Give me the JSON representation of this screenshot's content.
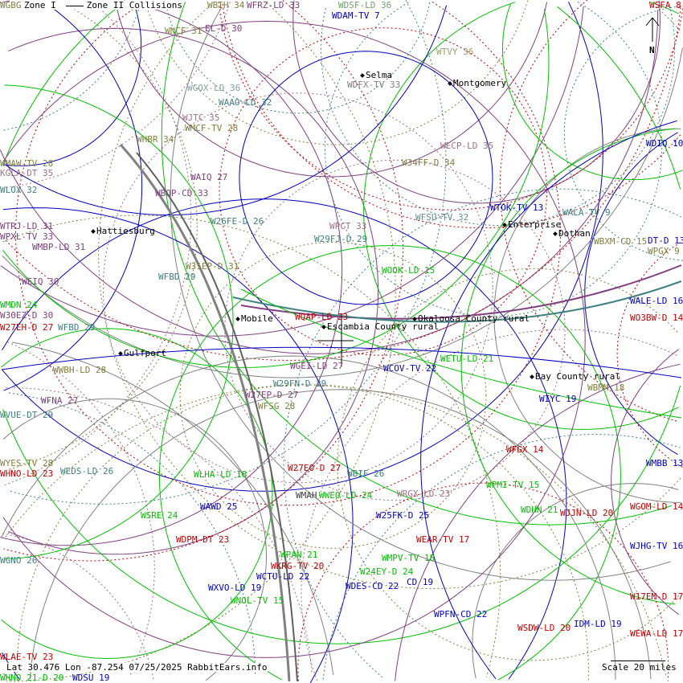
{
  "legend": {
    "zone1": "Zone I",
    "zone2": "Zone II",
    "collisions": "Collisions"
  },
  "status": {
    "coordinates": "Lat 30.476 Lon -87.254 07/25/2025 RabbitEars.info",
    "scale": "Scale 20 miles"
  },
  "compass": {
    "north": "N"
  },
  "colors": {
    "olive": "#808040",
    "purple": "#804080",
    "teal": "#408080",
    "blue": "#0000c0",
    "red": "#c00000",
    "green": "#00c000",
    "mauve": "#a07080",
    "gray": "#708070"
  },
  "stations": [
    {
      "label": "WGBG",
      "color": "#808040"
    },
    {
      "label": "WBIH 34",
      "color": "#808040"
    },
    {
      "label": "WFRZ-LD 33",
      "color": "#804080"
    },
    {
      "label": "WDSF-LD 36",
      "color": "#70a070"
    },
    {
      "label": "WDAM-TV 7",
      "color": "#0000c0"
    },
    {
      "label": "WSFA 8",
      "color": "#c00000"
    },
    {
      "label": "WNCF 31",
      "color": "#808040"
    },
    {
      "label": "EL-D 30",
      "color": "#804080"
    },
    {
      "label": "WTVY 36",
      "color": "#a0a070"
    },
    {
      "label": "WGOX-LD 36",
      "color": "#80a0a0"
    },
    {
      "label": "WDFX-TV 33",
      "color": "#808080"
    },
    {
      "label": "WAAO-LD 32",
      "color": "#408080"
    },
    {
      "label": "WJTC 35",
      "color": "#a07080"
    },
    {
      "label": "WMCF-TV 28",
      "color": "#808040"
    },
    {
      "label": "WHBR 34",
      "color": "#808040"
    },
    {
      "label": "WECP-LD 35",
      "color": "#a07080"
    },
    {
      "label": "WMAW-TV 28",
      "color": "#808040"
    },
    {
      "label": "WDIQ 10",
      "color": "#0000c0"
    },
    {
      "label": "KGLA-DT 35",
      "color": "#a07080"
    },
    {
      "label": "W34FF-D 34",
      "color": "#808040"
    },
    {
      "label": "WAIQ 27",
      "color": "#804080"
    },
    {
      "label": "WLOX 32",
      "color": "#408080"
    },
    {
      "label": "WBQP-CD 33",
      "color": "#804080"
    },
    {
      "label": "WTOK-TV 13",
      "color": "#0000c0"
    },
    {
      "label": "WALA-TV 9",
      "color": "#408080"
    },
    {
      "label": "W26FE-D 26",
      "color": "#408080"
    },
    {
      "label": "WFSU-TV 32",
      "color": "#609090"
    },
    {
      "label": "WPCT 33",
      "color": "#a07080"
    },
    {
      "label": "WTRJ-LD 31",
      "color": "#804080"
    },
    {
      "label": "WPXL-TV 33",
      "color": "#804080"
    },
    {
      "label": "WMBP-LD 31",
      "color": "#804080"
    },
    {
      "label": "W29FJ-D 29",
      "color": "#408080"
    },
    {
      "label": "WBXM-CD 15",
      "color": "#808040"
    },
    {
      "label": "DT-D 13",
      "color": "#0000c0"
    },
    {
      "label": "WPGX 9",
      "color": "#808040"
    },
    {
      "label": "W31EP-D 31",
      "color": "#808040"
    },
    {
      "label": "WFBD 29",
      "color": "#408080"
    },
    {
      "label": "WOOK-LD 15",
      "color": "#00c000"
    },
    {
      "label": "WEIQ 30",
      "color": "#804080"
    },
    {
      "label": "WALE-LD 16",
      "color": "#0000c0"
    },
    {
      "label": "WMDN 24",
      "color": "#00c000"
    },
    {
      "label": "W30EZ-D 30",
      "color": "#804080"
    },
    {
      "label": "WQAP-LD 23",
      "color": "#c00000"
    },
    {
      "label": "WO3BW-D 14",
      "color": "#c00000"
    },
    {
      "label": "W27EH-D 27",
      "color": "#c00000"
    },
    {
      "label": "WFBD 29",
      "color": "#408080"
    },
    {
      "label": "WETU-LD 21",
      "color": "#00c000"
    },
    {
      "label": "WGEI-LD 27",
      "color": "#804080"
    },
    {
      "label": "WCOV-TV 22",
      "color": "#0000c0"
    },
    {
      "label": "WWBH-LD 28",
      "color": "#808040"
    },
    {
      "label": "W29FN-D 29",
      "color": "#408080"
    },
    {
      "label": "WBMM 18",
      "color": "#808040"
    },
    {
      "label": "W27EP-D 27",
      "color": "#804080"
    },
    {
      "label": "WFNA 27",
      "color": "#804080"
    },
    {
      "label": "WIYC 19",
      "color": "#0000c0"
    },
    {
      "label": "WFSG 28",
      "color": "#808040"
    },
    {
      "label": "WVUE-DT 29",
      "color": "#408080"
    },
    {
      "label": "WFGX 14",
      "color": "#c00000"
    },
    {
      "label": "WYES-TV 28",
      "color": "#808040"
    },
    {
      "label": "WMBB 13",
      "color": "#0000c0"
    },
    {
      "label": "W27EO-D 27",
      "color": "#c00000"
    },
    {
      "label": "WEDS-LD 26",
      "color": "#408080"
    },
    {
      "label": "WBIF 26",
      "color": "#408080"
    },
    {
      "label": "WHNO-LD 23",
      "color": "#c00000"
    },
    {
      "label": "WLHA-LD 18",
      "color": "#00c000"
    },
    {
      "label": "WPMI-TV 15",
      "color": "#00c000"
    },
    {
      "label": "WMAH",
      "color": "#404040"
    },
    {
      "label": "WWEO-LD 24",
      "color": "#00c000"
    },
    {
      "label": "WRGX-LD 23",
      "color": "#a07080"
    },
    {
      "label": "WGOM-LD 14",
      "color": "#c00000"
    },
    {
      "label": "WAWD 25",
      "color": "#0000c0"
    },
    {
      "label": "WDHN 21",
      "color": "#00c000"
    },
    {
      "label": "WJJN-LD 20",
      "color": "#c00000"
    },
    {
      "label": "W25FK-D 25",
      "color": "#0000c0"
    },
    {
      "label": "WSRE 24",
      "color": "#00c000"
    },
    {
      "label": "WGNO 26",
      "color": "#408080"
    },
    {
      "label": "WEAR-TV 17",
      "color": "#c00000"
    },
    {
      "label": "WDPM-DT 23",
      "color": "#c00000"
    },
    {
      "label": "WJHG-TV 16",
      "color": "#0000c0"
    },
    {
      "label": "WPAN 21",
      "color": "#00c000"
    },
    {
      "label": "WMPV-TV 18",
      "color": "#00c000"
    },
    {
      "label": "WKRG-TV 20",
      "color": "#c00000"
    },
    {
      "label": "W24EY-D 24",
      "color": "#00c000"
    },
    {
      "label": "WCTU-LD 22",
      "color": "#0000c0"
    },
    {
      "label": "CD 19",
      "color": "#0000c0"
    },
    {
      "label": "WXVO-LD 19",
      "color": "#0000c0"
    },
    {
      "label": "WDES-CD 22",
      "color": "#0000c0"
    },
    {
      "label": "W17EM-D 17",
      "color": "#c00000"
    },
    {
      "label": "WNOL-TV 15",
      "color": "#00c000"
    },
    {
      "label": "WPFN-CD 22",
      "color": "#0000c0"
    },
    {
      "label": "WSDW-LD 20",
      "color": "#c00000"
    },
    {
      "label": "IDM-LD 19",
      "color": "#0000c0"
    },
    {
      "label": "WEWA-LD 17",
      "color": "#c00000"
    },
    {
      "label": "WLAE-TV 23",
      "color": "#c00000"
    },
    {
      "label": "WHNO 21-D 20",
      "color": "#00c000"
    },
    {
      "label": "WDSU 19",
      "color": "#0000c0"
    }
  ],
  "cities": [
    {
      "name": "Selma"
    },
    {
      "name": "Montgomery"
    },
    {
      "name": "Enterprise"
    },
    {
      "name": "Hattiesburg"
    },
    {
      "name": "Dothan"
    },
    {
      "name": "Mobile"
    },
    {
      "name": "Okaloosa County rural"
    },
    {
      "name": "Escambia County rural"
    },
    {
      "name": "Gulfport"
    },
    {
      "name": "Bay County rural"
    }
  ]
}
